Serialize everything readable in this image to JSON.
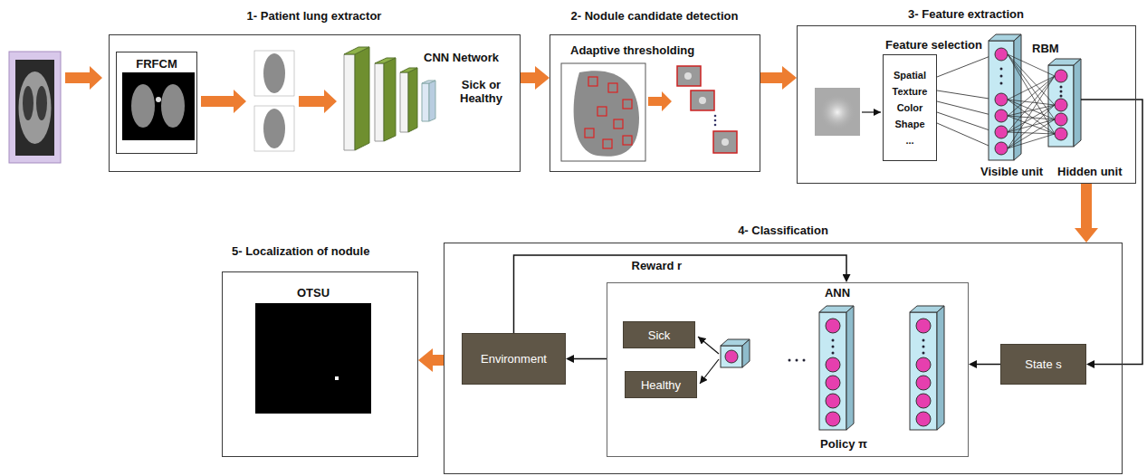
{
  "diagram": {
    "nodes": [
      {
        "text": [
          "1- Patient lung extractor"
        ]
      },
      {
        "text": [
          "FRFCM"
        ],
        "in": 0
      },
      {
        "text": [
          "2- Nodule candidate detection"
        ]
      },
      {
        "text": [
          "3- Feature extraction"
        ]
      },
      {
        "text": [
          "Feature selection",
          "Spatial",
          "Texture",
          "Color",
          "Shape",
          "..."
        ],
        "in": 3
      },
      {
        "text": [
          "5- Localization of nodule"
        ]
      },
      {
        "text": [
          "OTSU"
        ],
        "in": 5
      },
      {
        "text": [
          "4- Classification"
        ]
      },
      {
        "text": [
          "ANN",
          "Policy π"
        ],
        "in": 7
      },
      {
        "text": [
          "Sick"
        ],
        "in": 8
      },
      {
        "text": [
          "Healthy"
        ],
        "in": 8
      },
      {
        "text": [
          "Environment"
        ],
        "in": 7
      },
      {
        "text": [
          "State s"
        ],
        "in": 7
      }
    ],
    "edges": [
      {
        "from": 0,
        "to": 2,
        "arrow": "to"
      },
      {
        "from": 2,
        "to": 3,
        "arrow": "to"
      },
      {
        "from": 3,
        "to": 7,
        "arrow": "to"
      },
      {
        "from": 3,
        "to": 12,
        "arrow": "to"
      },
      {
        "from": 12,
        "to": 8,
        "arrow": "to"
      },
      {
        "from": 8,
        "to": 11,
        "arrow": "to"
      },
      {
        "from": 11,
        "to": 8,
        "label": "Reward r",
        "arrow": "to"
      },
      {
        "from": 7,
        "to": 5,
        "arrow": "to"
      }
    ],
    "labels": [
      "CNN Network",
      "Sick or Healthy",
      "Adaptive thresholding",
      "RBM",
      "Visible unit",
      "Hidden unit"
    ]
  }
}
